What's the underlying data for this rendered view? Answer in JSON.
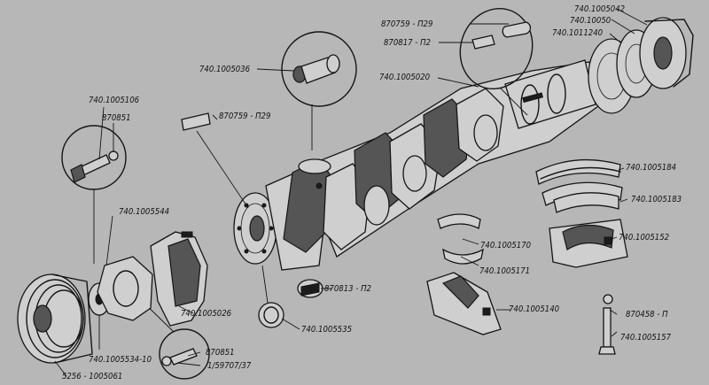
{
  "labels": {
    "l870759_p29_top": "870759 - П29",
    "l740_1005042": "740.1005042",
    "l740_10050": "740.10050",
    "l740_1011240": "740.1011240",
    "l870817_p2": "870817 - П2",
    "l740_1005036": "740.1005036",
    "l740_1005020": "740.1005020",
    "l870759_p29_mid": "870759 - П29",
    "l740_1005106": "740.1005106",
    "l870851_top": "870851",
    "l740_1005544": "740.1005544",
    "l740_1005184": "740.1005184",
    "l740_1005183": "740.1005183",
    "l740_1005170": "740.1005170",
    "l740_1005152": "740.1005152",
    "l740_1005171": "740.1005171",
    "l870813_p2": "870813 - П2",
    "l740_1005026": "740.1005026",
    "l740_1005140": "740.1005140",
    "l870458_p": "870458 - П",
    "l740_1005535": "740.1005535",
    "l740_1005157": "740.1005157",
    "l740_1005534_10": "740.1005534-10",
    "l870851_bot": "870851",
    "l1_59707_37": "1/59707/37",
    "l5256_1005061": "5256 - 1005061"
  },
  "colors": {
    "background": "#b7b7b7",
    "ink": "#151515"
  }
}
